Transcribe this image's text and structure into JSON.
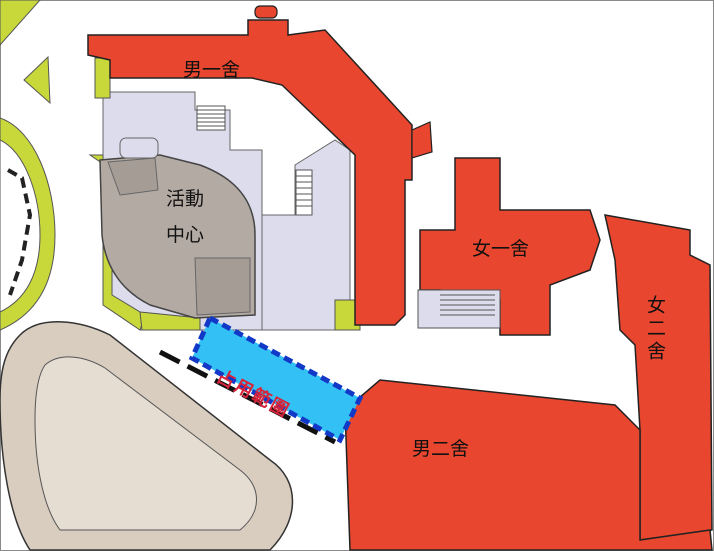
{
  "map": {
    "buildings": {
      "male_dorm_1": "男一舍",
      "female_dorm_1": "女一舍",
      "female_dorm_2": "女二舍",
      "male_dorm_2": "男二舍",
      "activity_center_line1": "活動",
      "activity_center_line2": "中心"
    },
    "occupied_area_label": "占用範圍"
  },
  "colors": {
    "dorm_red": "#e8462e",
    "green_area": "#c8d83a",
    "walkway": "#dcdcec",
    "activity_center": "#b3aaa4",
    "field": "#d8cdbf",
    "occupied_fill": "#33c0f4",
    "occupied_border": "#1238c8",
    "label_red": "#d6243a"
  }
}
